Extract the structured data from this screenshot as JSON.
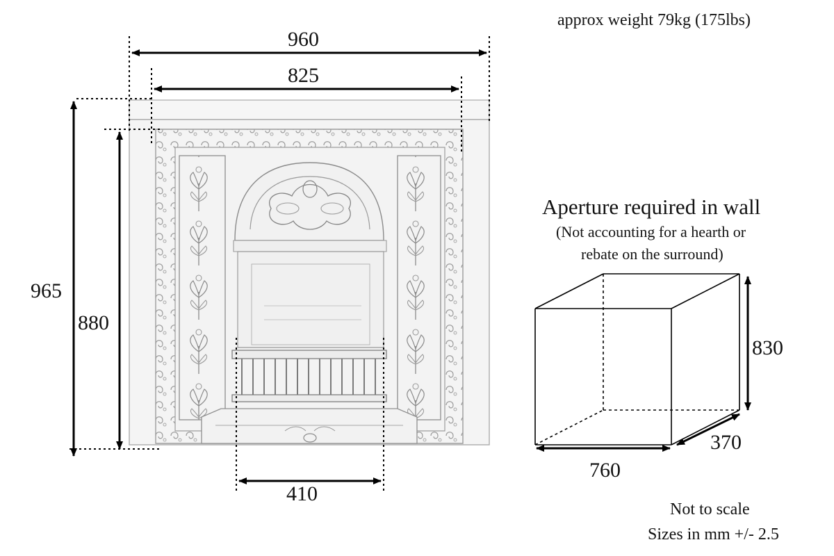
{
  "header": {
    "weight_label": "approx weight  79kg (175lbs)"
  },
  "dimensions": {
    "outer_width": "960",
    "inner_width": "825",
    "outer_height": "965",
    "inner_height": "880",
    "grate_width": "410"
  },
  "aperture": {
    "title": "Aperture required in wall",
    "note_line1": "(Not accounting for a hearth or",
    "note_line2": "rebate on the surround)",
    "height": "830",
    "depth": "370",
    "width": "760"
  },
  "footer": {
    "scale_note": "Not to scale",
    "sizes_note": "Sizes in mm +/- 2.5"
  }
}
